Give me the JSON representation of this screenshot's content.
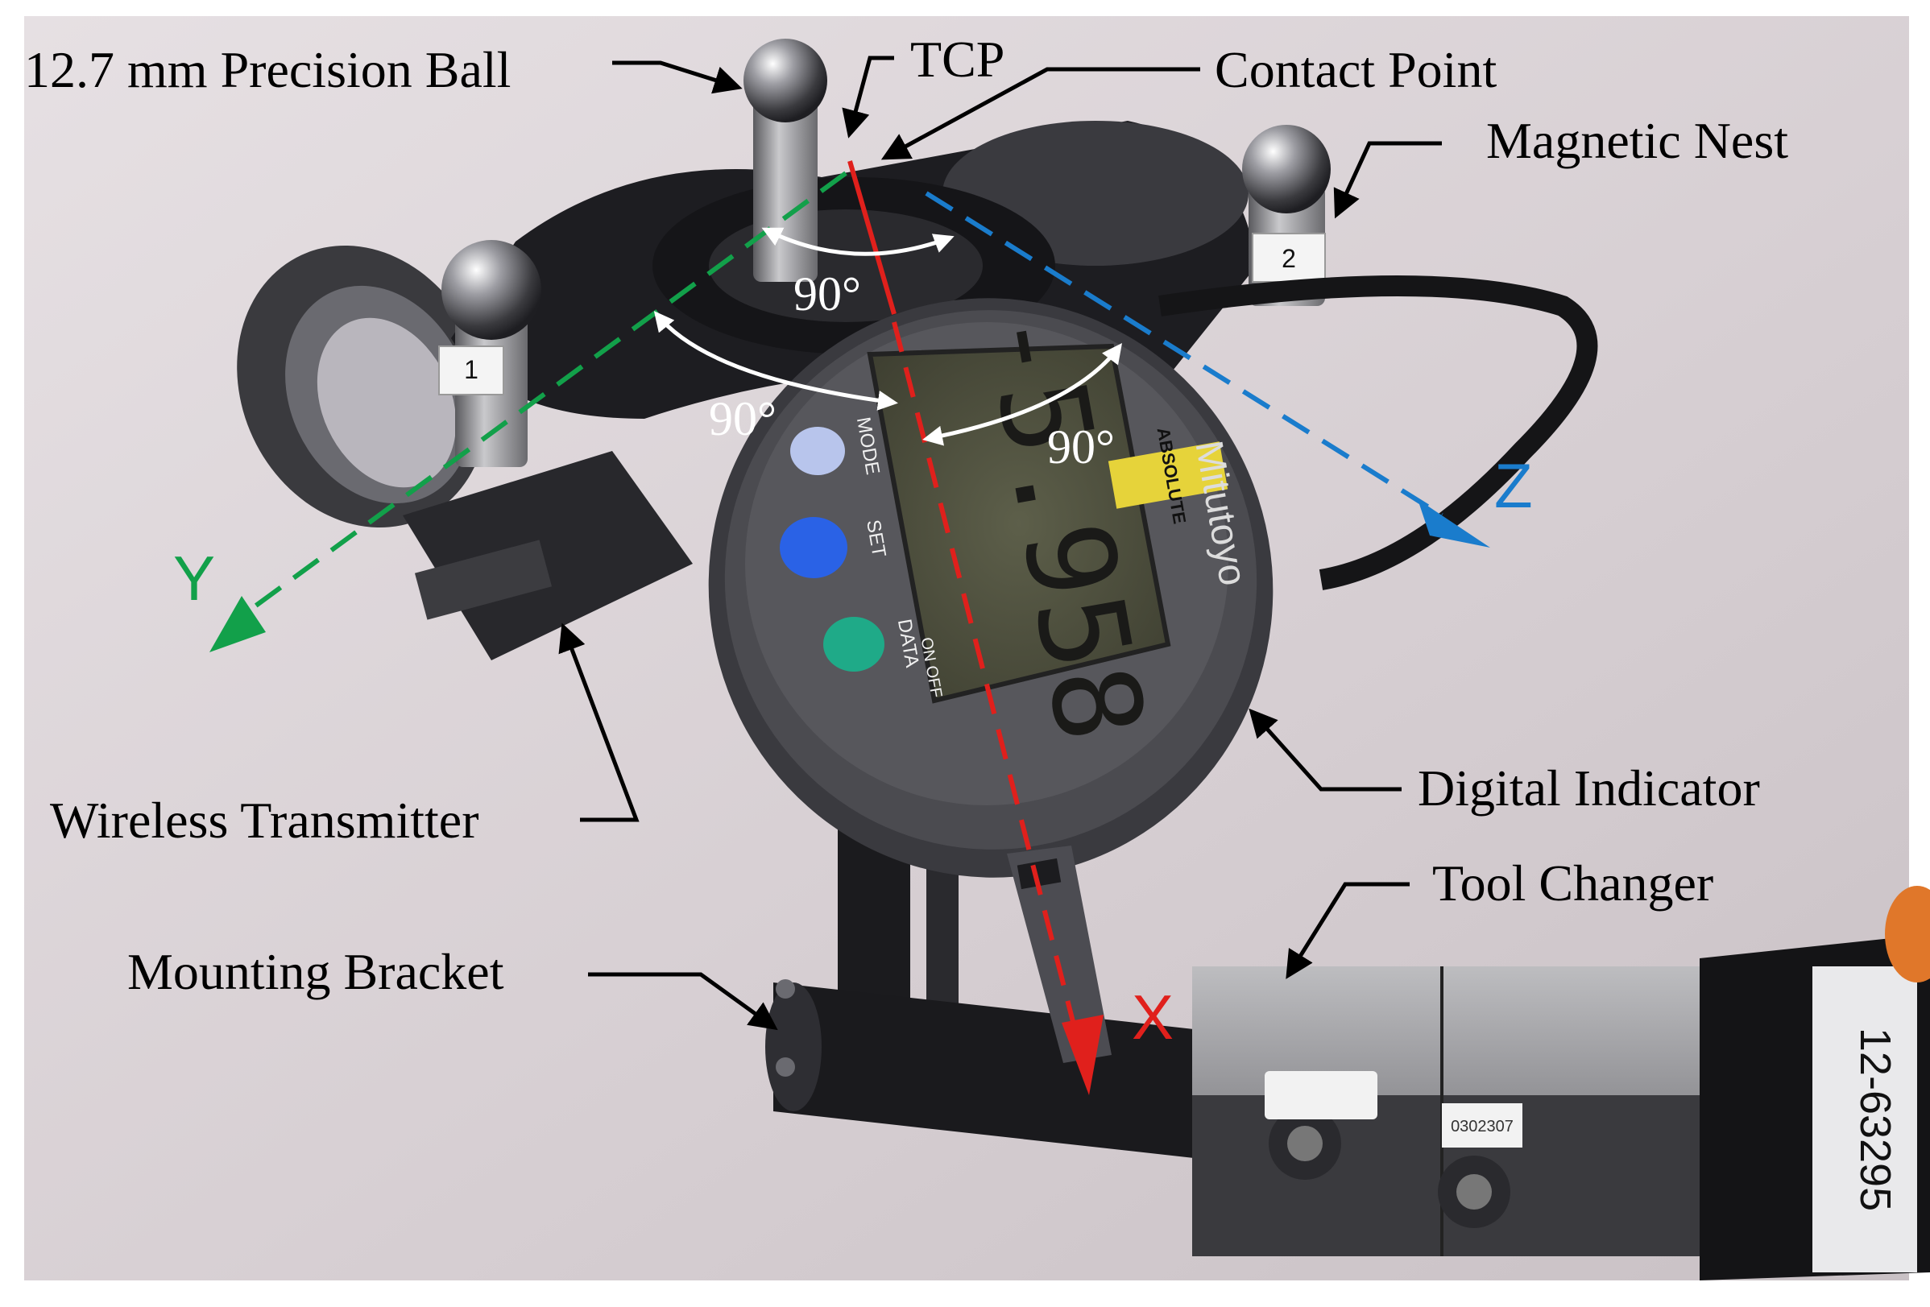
{
  "callouts": {
    "precision_ball": "12.7 mm Precision Ball",
    "tcp": "TCP",
    "contact_point": "Contact Point",
    "magnetic_nest": "Magnetic Nest",
    "wireless_transmitter": "Wireless Transmitter",
    "digital_indicator": "Digital Indicator",
    "tool_changer": "Tool Changer",
    "mounting_bracket": "Mounting Bracket"
  },
  "axes": {
    "x": "X",
    "y": "Y",
    "z": "Z"
  },
  "angles": {
    "a1": "90°",
    "a2": "90°",
    "a3": "90°"
  },
  "indicator": {
    "brand": "Mitutoyo",
    "badge": "ABSOLUTE",
    "reading": "-5.958",
    "buttons": {
      "mode": "MODE",
      "set": "SET",
      "data": "DATA",
      "onoff": "ON OFF"
    }
  },
  "markers": {
    "ball1": "1",
    "ball2": "2"
  },
  "part_labels": {
    "serial": "12-63295",
    "tag": "0302307"
  },
  "colors": {
    "x_axis": "#e0201c",
    "y_axis": "#12a04a",
    "z_axis": "#1a7ccc",
    "background": "#d9d2d6",
    "body_dark": "#2b2b2e"
  }
}
